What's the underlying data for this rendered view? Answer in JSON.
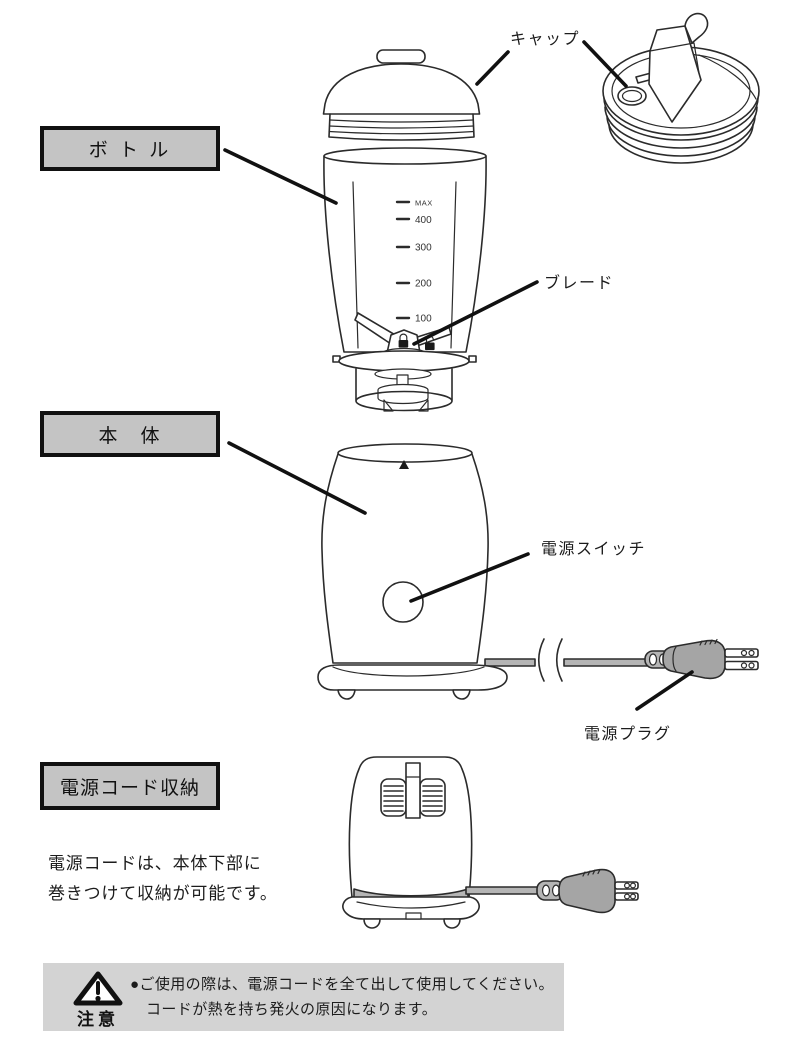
{
  "part_labels": {
    "cap": "キャップ",
    "bottle": "ボ ト ル",
    "blade": "ブレード",
    "main_body": "本　体",
    "power_switch": "電源スイッチ",
    "power_plug": "電源プラグ"
  },
  "bottle_scale_marks": [
    "MAX",
    "400",
    "300",
    "200",
    "100"
  ],
  "cord_storage": {
    "heading": "電源コード収納",
    "description": [
      "電源コードは、本体下部に",
      "巻きつけて収納が可能です。"
    ]
  },
  "caution": {
    "label": "注意",
    "lines": [
      "●ご使用の際は、電源コードを全て出して使用してください。",
      "コードが熱を持ち発火の原因になります。"
    ]
  },
  "colors": {
    "label_box_bg": "#c4c4c4",
    "label_box_border": "#111111",
    "caution_bg": "#d3d3d3",
    "plug_fill": "#a5a5a5",
    "cord_fill": "#b5b5b5",
    "line_ink": "#2b2b2b"
  }
}
